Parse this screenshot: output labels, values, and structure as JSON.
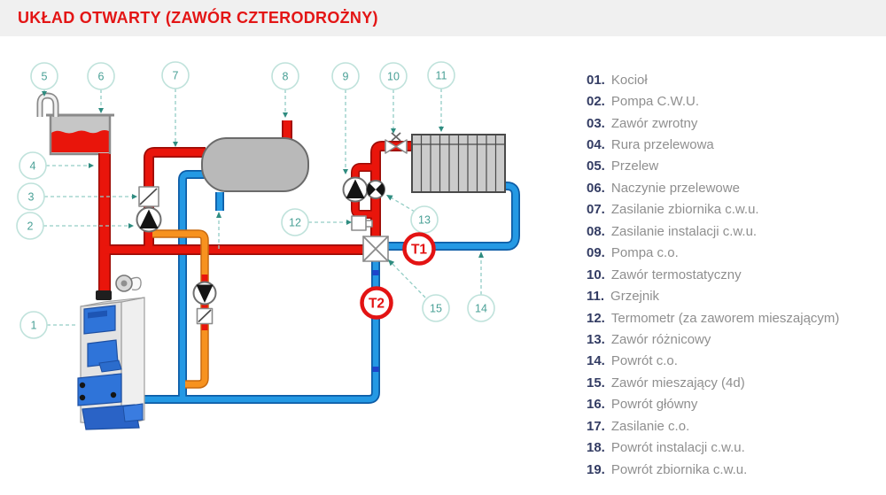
{
  "header": {
    "title": "UKŁAD OTWARTY (ZAWÓR CZTERODROŻNY)"
  },
  "legend": {
    "items": [
      {
        "num": "01.",
        "label": "Kocioł"
      },
      {
        "num": "02.",
        "label": "Pompa C.W.U."
      },
      {
        "num": "03.",
        "label": "Zawór zwrotny"
      },
      {
        "num": "04.",
        "label": "Rura przelewowa"
      },
      {
        "num": "05.",
        "label": "Przelew"
      },
      {
        "num": "06.",
        "label": "Naczynie przelewowe"
      },
      {
        "num": "07.",
        "label": "Zasilanie zbiornika c.w.u."
      },
      {
        "num": "08.",
        "label": "Zasilanie instalacji c.w.u."
      },
      {
        "num": "09.",
        "label": "Pompa c.o."
      },
      {
        "num": "10.",
        "label": "Zawór termostatyczny"
      },
      {
        "num": "11.",
        "label": "Grzejnik"
      },
      {
        "num": "12.",
        "label": "Termometr (za zaworem mieszającym)"
      },
      {
        "num": "13.",
        "label": "Zawór różnicowy"
      },
      {
        "num": "14.",
        "label": "Powrót c.o."
      },
      {
        "num": "15.",
        "label": "Zawór mieszający (4d)"
      },
      {
        "num": "16.",
        "label": "Powrót główny"
      },
      {
        "num": "17.",
        "label": "Zasilanie c.o."
      },
      {
        "num": "18.",
        "label": "Powrót instalacji c.w.u."
      },
      {
        "num": "19.",
        "label": "Powrót zbiornika c.w.u."
      }
    ]
  },
  "diagram": {
    "callouts": {
      "c1": "1",
      "c2": "2",
      "c3": "3",
      "c4": "4",
      "c5": "5",
      "c6": "6",
      "c7": "7",
      "c8": "8",
      "c9": "9",
      "c10": "10",
      "c11": "11",
      "c12": "12",
      "c13": "13",
      "c14": "14",
      "c15": "15"
    },
    "sensors": {
      "t1": "T1",
      "t2": "T2"
    }
  },
  "colors": {
    "accent_red": "#e31515",
    "pipe_red": "#e9150b",
    "pipe_blue": "#2499e4",
    "pipe_orange": "#f7921f",
    "callout_teal": "#49a096",
    "legend_number": "#333c63",
    "legend_label": "#8f8f8f",
    "header_band": "#f0f0f0"
  }
}
